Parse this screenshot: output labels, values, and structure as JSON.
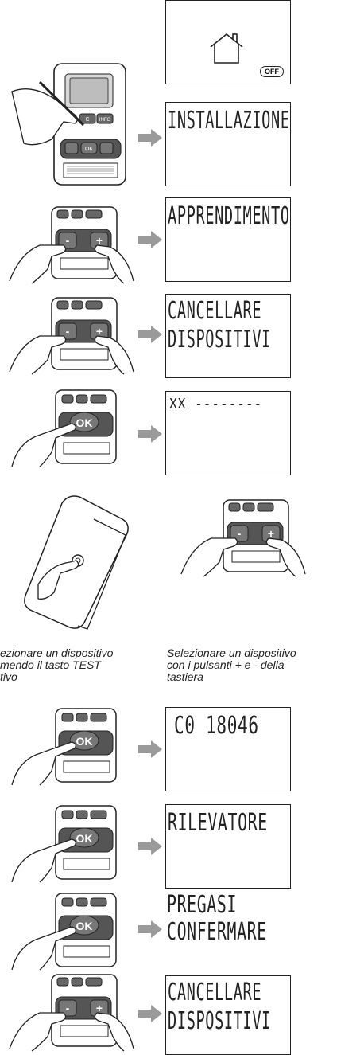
{
  "steps": {
    "s1": {
      "off_badge": "OFF"
    },
    "s2": {
      "line1": "INSTALLAZIONE"
    },
    "s3": {
      "line1": "APPRENDIMENTO"
    },
    "s4": {
      "line1": "CANCELLARE",
      "line2": "DISPOSITIVI"
    },
    "s5": {
      "line1": "XX --------"
    },
    "s7": {
      "line1": "C0 18046"
    },
    "s8": {
      "line1": "RILEVATORE"
    },
    "s9": {
      "line1": "PREGASI",
      "line2": "CONFERMARE"
    },
    "s10": {
      "line1": "CANCELLARE",
      "line2": "DISPOSITIVI"
    }
  },
  "captions": {
    "left": [
      "ezionare un dispositivo",
      "mendo il tasto TEST",
      "tivo"
    ],
    "right": [
      "Selezionare un dispositivo",
      "con i pulsanti + e - della",
      "tastiera"
    ]
  },
  "keypad_labels": {
    "c": "C",
    "info": "INFO",
    "ok": "OK",
    "minus": "-",
    "plus": "+"
  }
}
